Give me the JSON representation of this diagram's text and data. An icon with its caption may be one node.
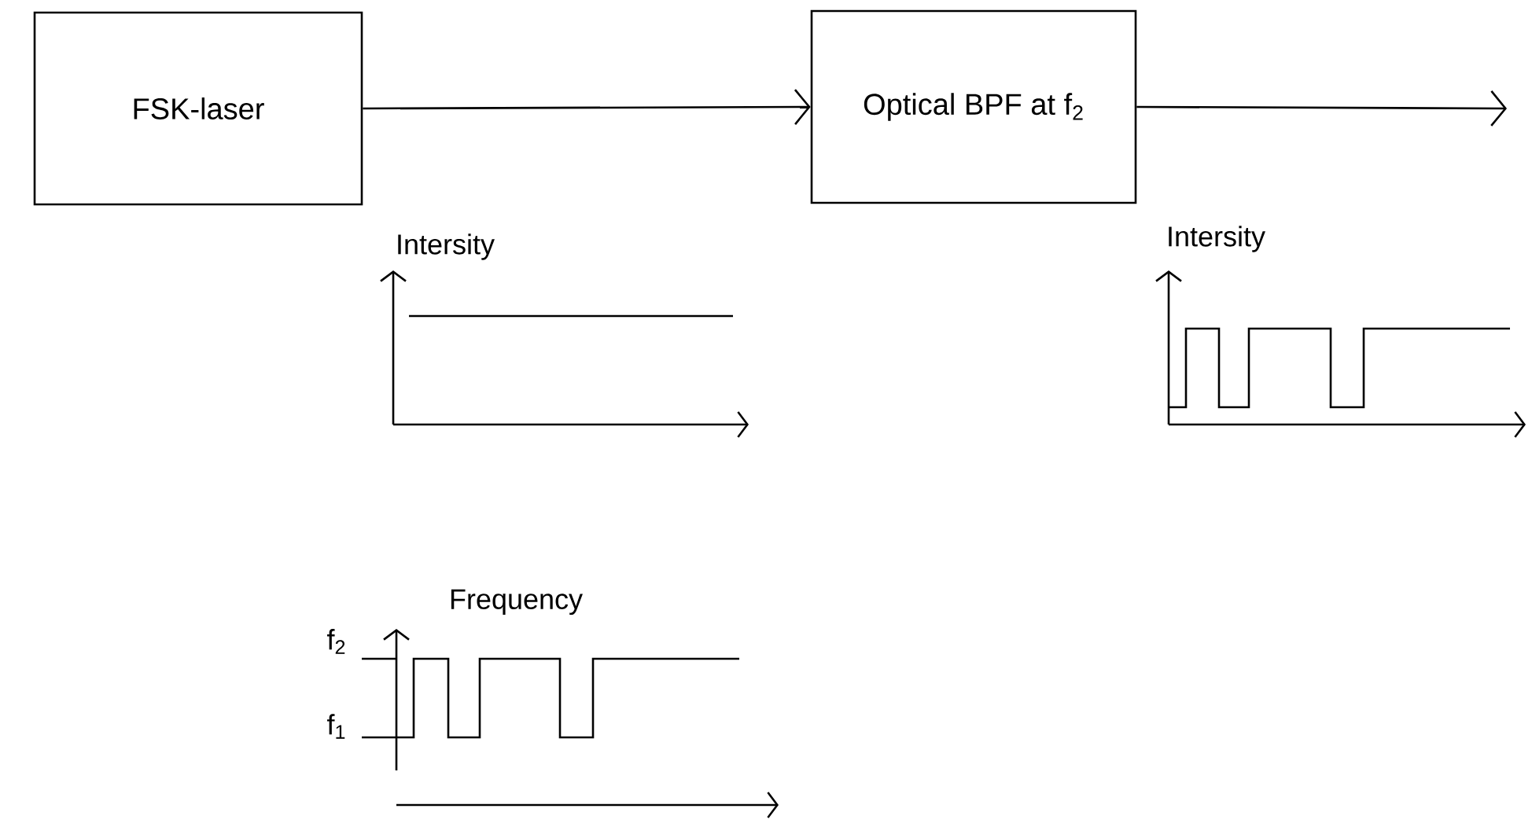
{
  "diagram": {
    "nodes": [
      {
        "text": [
          "FSK-laser"
        ]
      },
      {
        "text": [
          "Optical BPF at f$_{2}$"
        ]
      }
    ],
    "edges": [
      {
        "from": 0,
        "to": 1,
        "arrow": "to"
      },
      {
        "from": 1,
        "to": null,
        "arrow": "to"
      }
    ],
    "labels": [
      "Intersity",
      "Intersity",
      "Frequency",
      "f$_{2}$",
      "f$_{1}$"
    ]
  }
}
